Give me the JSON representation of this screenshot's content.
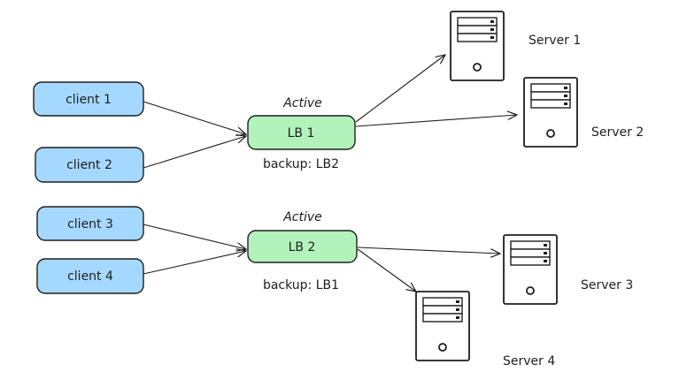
{
  "clients": [
    "client 1",
    "client 2",
    "client 3",
    "client 4"
  ],
  "load_balancers": [
    {
      "label": "LB 1",
      "status": "Active",
      "backup": "backup: LB2"
    },
    {
      "label": "LB 2",
      "status": "Active",
      "backup": "backup: LB1"
    }
  ],
  "servers": [
    "Server 1",
    "Server 2",
    "Server 3",
    "Server 4"
  ],
  "colors": {
    "client_fill": "#a5d8ff",
    "lb_fill": "#b2f2bb",
    "stroke": "#1e1e1e"
  }
}
